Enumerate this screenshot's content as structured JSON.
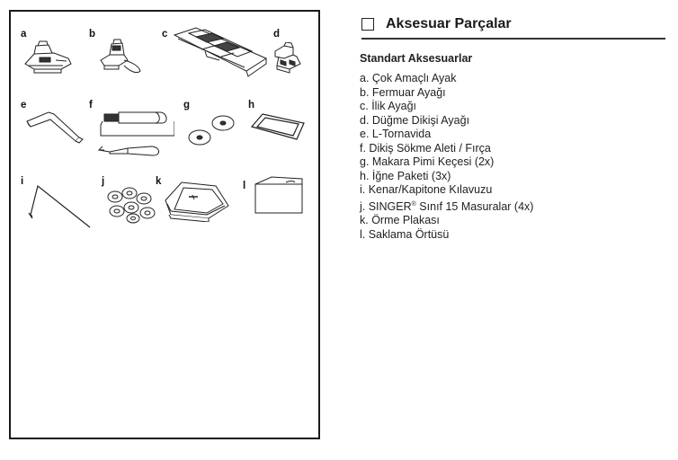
{
  "section": {
    "title": "Aksesuar Parçalar",
    "subtitle": "Standart Aksesuarlar"
  },
  "figure_labels": [
    "a",
    "b",
    "c",
    "d",
    "e",
    "f",
    "g",
    "h",
    "i",
    "j",
    "k",
    "l"
  ],
  "items": [
    "a. Çok Amaçlı Ayak",
    "b. Fermuar Ayağı",
    "c. İlik Ayağı",
    "d. Düğme Dikişi Ayağı",
    "e. L-Tornavida",
    "f. Dikiş Sökme Aleti / Fırça",
    "g. Makara Pimi Keçesi (2x)",
    "h. İğne Paketi (3x)",
    "i. Kenar/Kapitone Kılavuzu",
    {
      "before": "j. SINGER",
      "sup": "®",
      "after": " Sınıf 15 Masuralar (4x)"
    },
    "k. Örme Plakası",
    "l. Saklama Örtüsü"
  ]
}
